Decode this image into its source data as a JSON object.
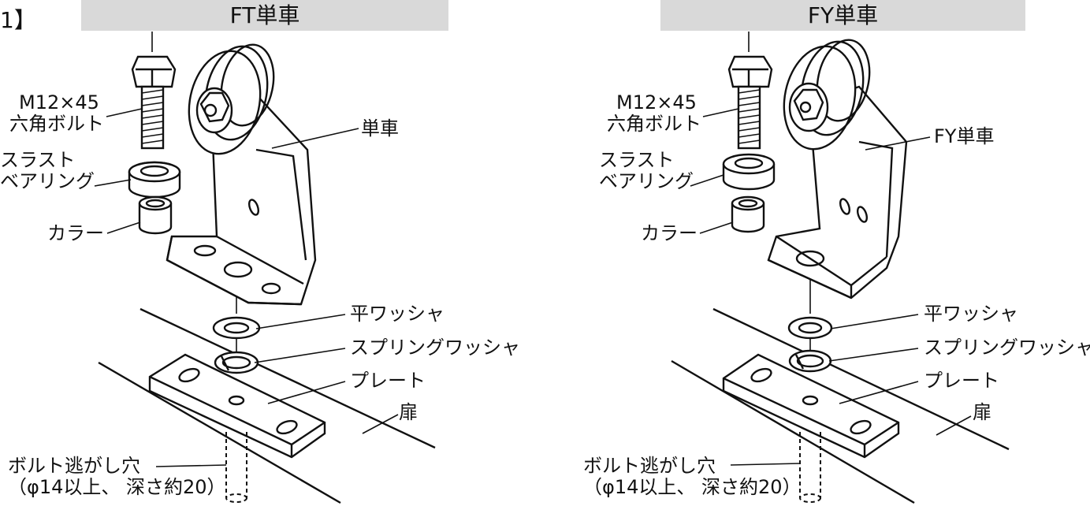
{
  "figure_tag": "1】",
  "panels": [
    {
      "title": "FT単車",
      "labels": {
        "bolt_line1": "M12×45",
        "bolt_line2": "六角ボルト",
        "thrust_line1": "スラスト",
        "thrust_line2": "ベアリング",
        "collar": "カラー",
        "wheel": "単車",
        "flat_washer": "平ワッシャ",
        "spring_washer": "スプリングワッシャ",
        "plate": "プレート",
        "door": "扉",
        "hole_line1": "ボルト逃がし穴",
        "hole_line2": "（φ14以上、 深さ約20）"
      }
    },
    {
      "title": "FY単車",
      "labels": {
        "bolt_line1": "M12×45",
        "bolt_line2": "六角ボルト",
        "thrust_line1": "スラスト",
        "thrust_line2": "ベアリング",
        "collar": "カラー",
        "wheel": "FY単車",
        "flat_washer": "平ワッシャ",
        "spring_washer": "スプリングワッシャ",
        "plate": "プレート",
        "door": "扉",
        "hole_line1": "ボルト逃がし穴",
        "hole_line2": "（φ14以上、 深さ約20）"
      }
    }
  ]
}
